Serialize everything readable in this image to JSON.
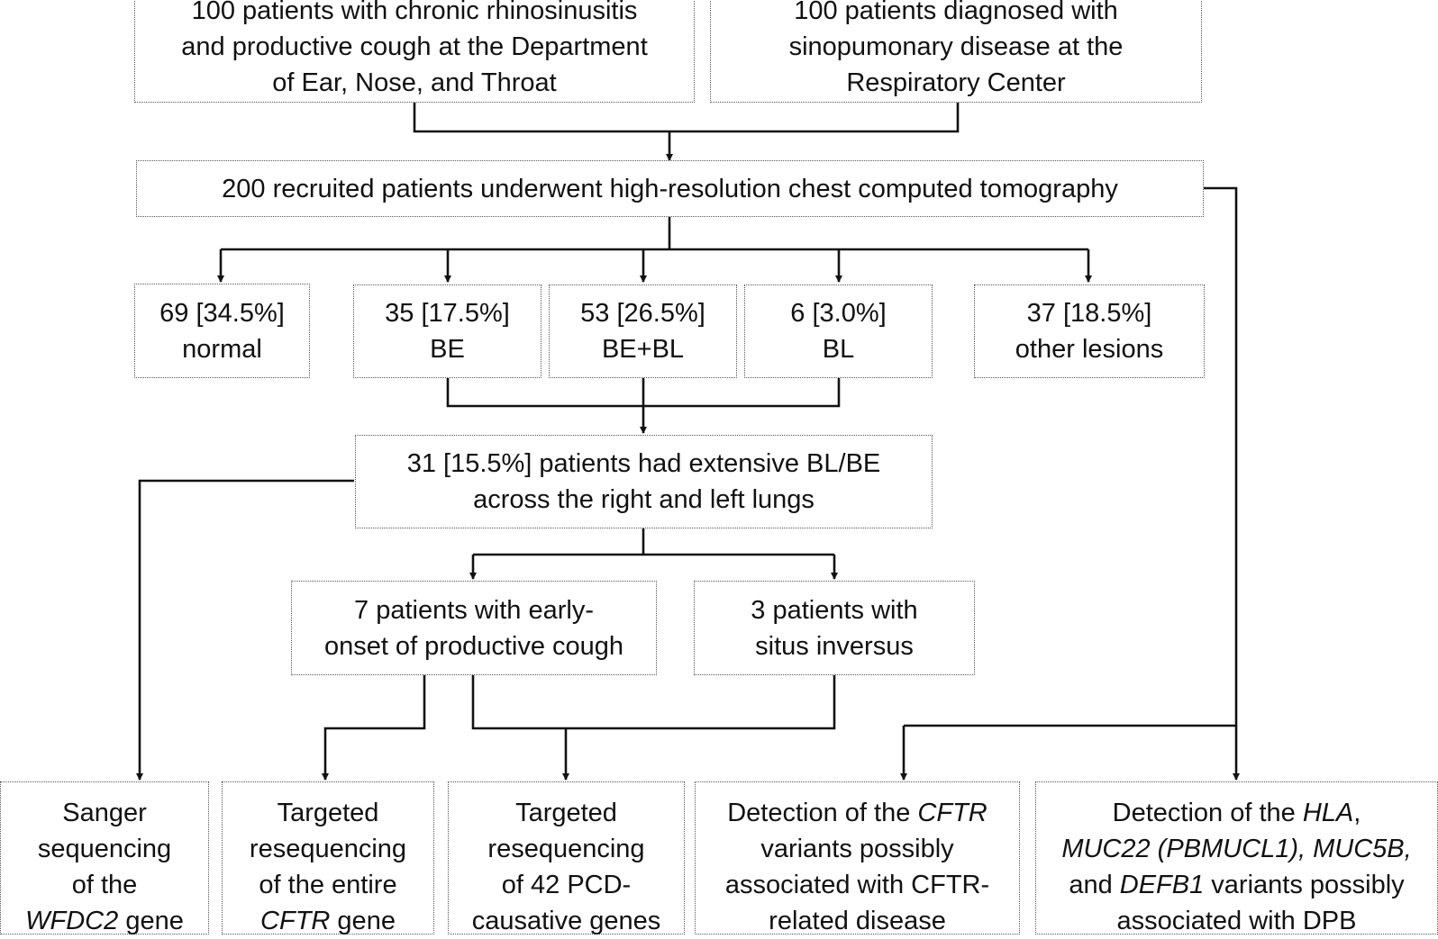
{
  "boxes": {
    "ent": {
      "lines": [
        "100 patients with chronic rhinosinusitis",
        "and productive cough at the Department",
        "of Ear, Nose, and Throat"
      ]
    },
    "resp": {
      "lines": [
        "100 patients diagnosed with",
        "sinopumonary disease at the",
        "Respiratory Center"
      ]
    },
    "recruited": {
      "lines": [
        "200 recruited patients underwent high-resolution chest computed tomography"
      ]
    },
    "normal": {
      "lines": [
        "69 [34.5%]",
        "normal"
      ]
    },
    "be": {
      "lines": [
        "35 [17.5%]",
        "BE"
      ]
    },
    "bebl": {
      "lines": [
        "53 [26.5%]",
        "BE+BL"
      ]
    },
    "bl": {
      "lines": [
        "6 [3.0%]",
        "BL"
      ]
    },
    "other": {
      "lines": [
        "37 [18.5%]",
        "other lesions"
      ]
    },
    "extensive": {
      "lines": [
        "31 [15.5%] patients had extensive BL/BE",
        "across the right and left lungs"
      ]
    },
    "early": {
      "lines": [
        "7 patients with early-",
        "onset of productive cough"
      ]
    },
    "situs": {
      "lines": [
        "3 patients with",
        "situs inversus"
      ]
    },
    "sanger": {
      "lines": [
        "Sanger",
        "sequencing",
        "of the",
        "WFDC2 gene"
      ],
      "italic": {
        "3": "WFDC2"
      }
    },
    "cftr_reseq": {
      "lines": [
        "Targeted",
        "resequencing",
        "of the entire",
        "CFTR gene"
      ],
      "italic": {
        "3": "CFTR"
      }
    },
    "pcd": {
      "lines": [
        "Targeted",
        "resequencing",
        "of 42 PCD-",
        "causative genes"
      ]
    },
    "cftr_detect": {
      "lines": [
        "Detection of the CFTR",
        "variants possibly",
        "associated with CFTR-",
        "related disease"
      ],
      "italic": {
        "0": "CFTR"
      }
    },
    "hla_detect": {
      "lines": [
        "Detection of the HLA,",
        "MUC22 (PBMUCL1), MUC5B,",
        "and DEFB1 variants possibly",
        "associated with DPB"
      ],
      "italic": {
        "0": "HLA",
        "1": "MUC22 (PBMUCL1), MUC5B,",
        "2": "DEFB1"
      }
    }
  }
}
